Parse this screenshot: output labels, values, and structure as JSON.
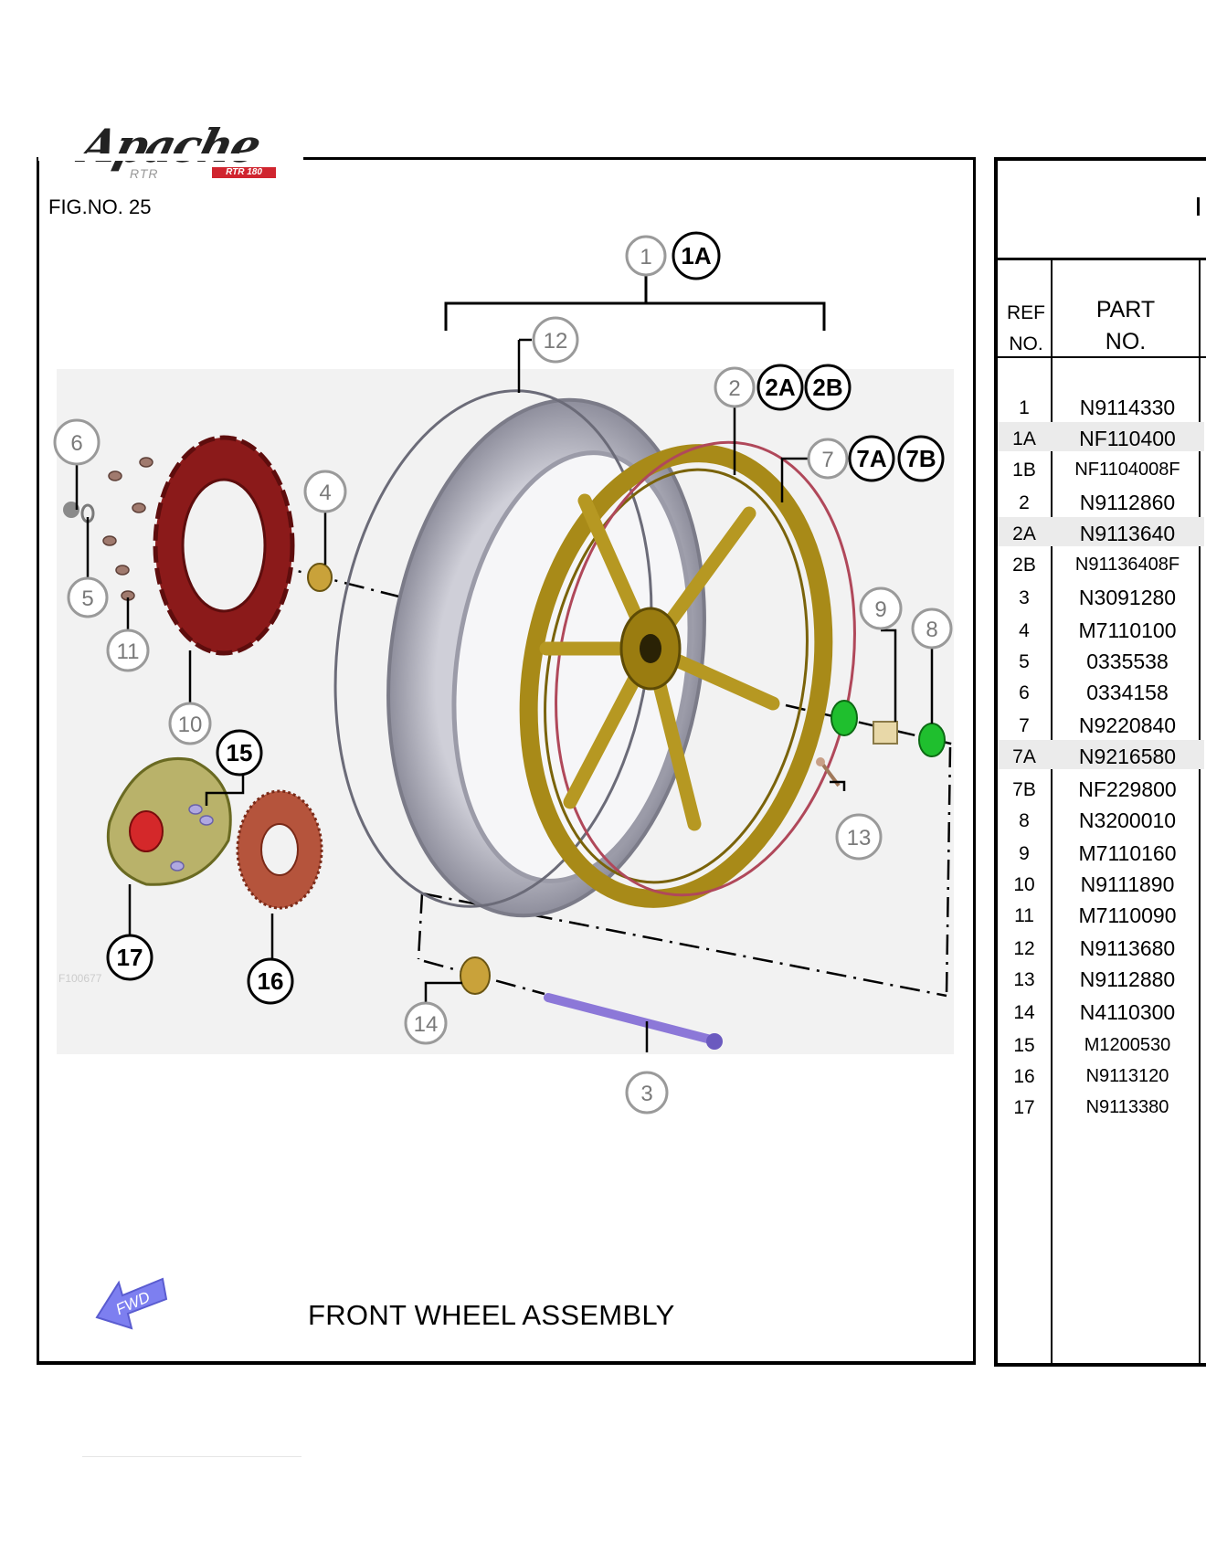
{
  "logo": {
    "brand": "Apache",
    "model": "RTR 180"
  },
  "figure_no": "FIG.NO. 25",
  "title": "FRONT WHEEL ASSEMBLY",
  "fwd_label": "FWD",
  "callouts": {
    "c1": "1",
    "c1A": "1A",
    "c2": "2",
    "c2A": "2A",
    "c2B": "2B",
    "c3": "3",
    "c4": "4",
    "c5": "5",
    "c6": "6",
    "c7": "7",
    "c7A": "7A",
    "c7B": "7B",
    "c8": "8",
    "c9": "9",
    "c10": "10",
    "c11": "11",
    "c12": "12",
    "c13": "13",
    "c14": "14",
    "c15": "15",
    "c16": "16",
    "c17": "17"
  },
  "watermark": "F100677",
  "table": {
    "header_ref": [
      "REF",
      "NO."
    ],
    "header_part": [
      "PART",
      "NO."
    ],
    "rows": [
      {
        "ref": "1",
        "part": "N9114330",
        "shaded": false
      },
      {
        "ref": "1A",
        "part": "NF110400",
        "shaded": true
      },
      {
        "ref": "1B",
        "part": "NF1104008F",
        "shaded": false
      },
      {
        "ref": "2",
        "part": "N9112860",
        "shaded": false
      },
      {
        "ref": "2A",
        "part": "N9113640",
        "shaded": true
      },
      {
        "ref": "2B",
        "part": "N91136408F",
        "shaded": false
      },
      {
        "ref": "3",
        "part": "N3091280",
        "shaded": false
      },
      {
        "ref": "4",
        "part": "M7110100",
        "shaded": false
      },
      {
        "ref": "5",
        "part": "0335538",
        "shaded": false
      },
      {
        "ref": "6",
        "part": "0334158",
        "shaded": false
      },
      {
        "ref": "7",
        "part": "N9220840",
        "shaded": false
      },
      {
        "ref": "7A",
        "part": "N9216580",
        "shaded": true
      },
      {
        "ref": "7B",
        "part": "NF229800",
        "shaded": false
      },
      {
        "ref": "8",
        "part": "N3200010",
        "shaded": false
      },
      {
        "ref": "9",
        "part": "M7110160",
        "shaded": false
      },
      {
        "ref": "10",
        "part": "N9111890",
        "shaded": false
      },
      {
        "ref": "11",
        "part": "M7110090",
        "shaded": false
      },
      {
        "ref": "12",
        "part": "N9113680",
        "shaded": false
      },
      {
        "ref": "13",
        "part": "N9112880",
        "shaded": false
      },
      {
        "ref": "14",
        "part": "N4110300",
        "shaded": false
      },
      {
        "ref": "15",
        "part": "M1200530",
        "shaded": false
      },
      {
        "ref": "16",
        "part": "N9113120",
        "shaded": false
      },
      {
        "ref": "17",
        "part": "N9113380",
        "shaded": false
      }
    ]
  },
  "colors": {
    "rim": "#a88a18",
    "disc": "#8b1a1a",
    "tyre": "#9a9aa8",
    "axle": "#8c78d8",
    "collar": "#1fbf2e",
    "fwd_arrow": "#7d7ff0"
  }
}
